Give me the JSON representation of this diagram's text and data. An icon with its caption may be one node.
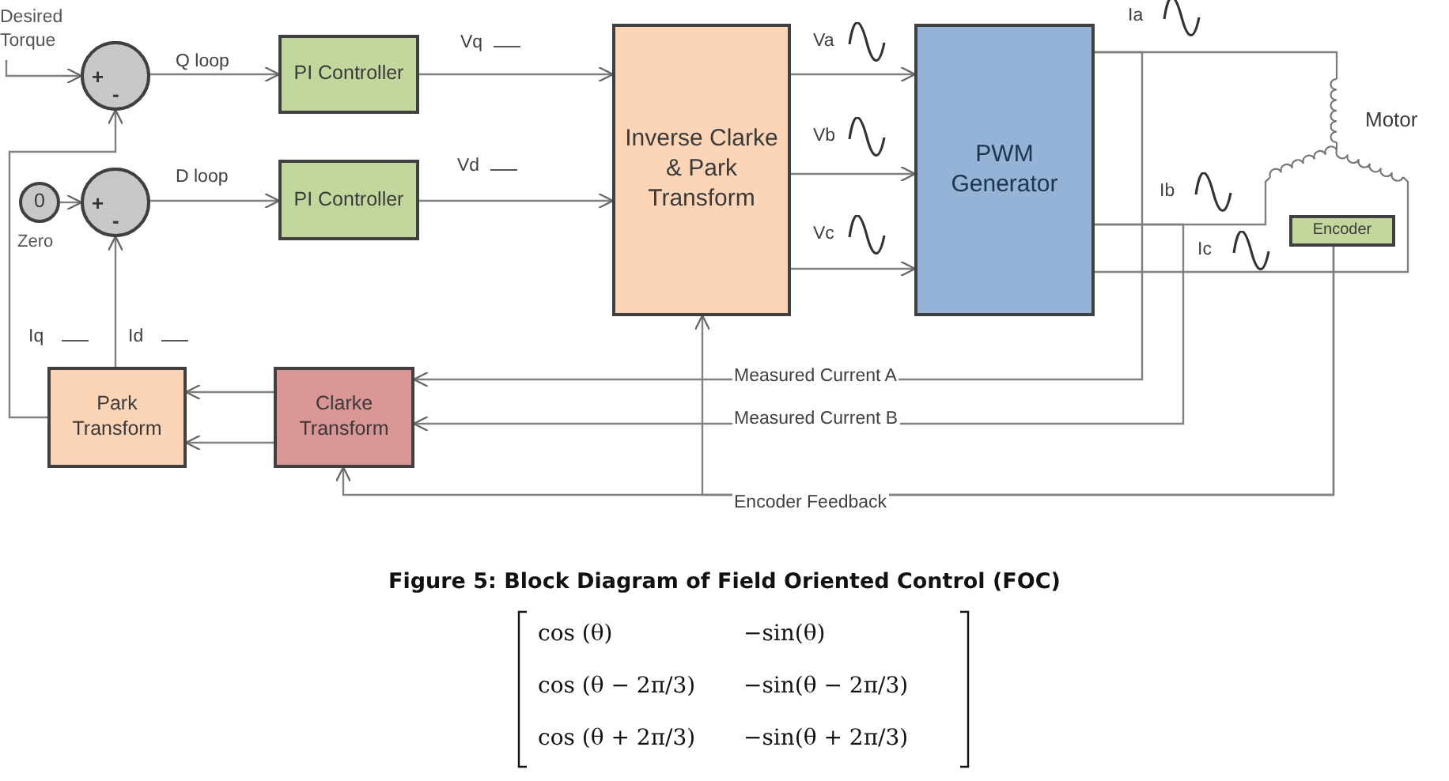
{
  "diagram": {
    "caption": "Figure 5: Block Diagram of Field Oriented Control (FOC)",
    "nodes": [
      {
        "text": [
          "Desired Torque"
        ]
      },
      {
        "text": [
          "+",
          "-"
        ]
      },
      {
        "text": [
          "PI Controller"
        ]
      },
      {
        "text": [
          "PI Controller"
        ]
      },
      {
        "text": [
          "0"
        ],
        "beside": [
          "Zero"
        ]
      },
      {
        "text": [
          "+",
          "-"
        ]
      },
      {
        "text": [
          "Inverse Clarke & Park Transform"
        ]
      },
      {
        "text": [
          "PWM Generator"
        ]
      },
      {
        "text": [
          "Motor"
        ]
      },
      {
        "text": [
          "Encoder"
        ]
      },
      {
        "text": [
          "Park Transform"
        ]
      },
      {
        "text": [
          "Clarke Transform"
        ]
      }
    ],
    "edges": [
      {
        "from": 0,
        "to": 1,
        "arrow": "to"
      },
      {
        "from": 1,
        "to": 2,
        "arrow": "to",
        "label": "Q loop"
      },
      {
        "from": 4,
        "to": 5,
        "arrow": "to"
      },
      {
        "from": 5,
        "to": 3,
        "arrow": "to",
        "label": "D loop"
      },
      {
        "from": 2,
        "to": 6,
        "arrow": "to",
        "label": "Vq"
      },
      {
        "from": 3,
        "to": 6,
        "arrow": "to",
        "label": "Vd"
      },
      {
        "from": 6,
        "to": 7,
        "arrow": "to",
        "label": "Va"
      },
      {
        "from": 6,
        "to": 7,
        "arrow": "to",
        "label": "Vb"
      },
      {
        "from": 6,
        "to": 7,
        "arrow": "to",
        "label": "Vc"
      },
      {
        "from": 7,
        "to": 8,
        "arrow": "none",
        "label": "Ia"
      },
      {
        "from": 7,
        "to": 8,
        "arrow": "none",
        "label": "Ib"
      },
      {
        "from": 7,
        "to": 8,
        "arrow": "none",
        "label": "Ic"
      },
      {
        "from": 7,
        "to": 11,
        "arrow": "to",
        "label": "Measured Current A"
      },
      {
        "from": 7,
        "to": 11,
        "arrow": "to",
        "label": "Measured Current B"
      },
      {
        "from": 9,
        "to": 11,
        "arrow": "to",
        "label": "Encoder Feedback"
      },
      {
        "from": 9,
        "to": 6,
        "arrow": "to"
      },
      {
        "from": 11,
        "to": 10,
        "arrow": "to"
      },
      {
        "from": 11,
        "to": 10,
        "arrow": "to"
      },
      {
        "from": 10,
        "to": 1,
        "arrow": "to",
        "label": "Iq"
      },
      {
        "from": 10,
        "to": 5,
        "arrow": "to",
        "label": "Id"
      }
    ],
    "labels": [
      "cos (θ)",
      "−sin(θ)",
      "cos (θ − 2π/3)",
      "−sin(θ − 2π/3)",
      "cos (θ + 2π/3)",
      "−sin(θ + 2π/3)"
    ]
  }
}
